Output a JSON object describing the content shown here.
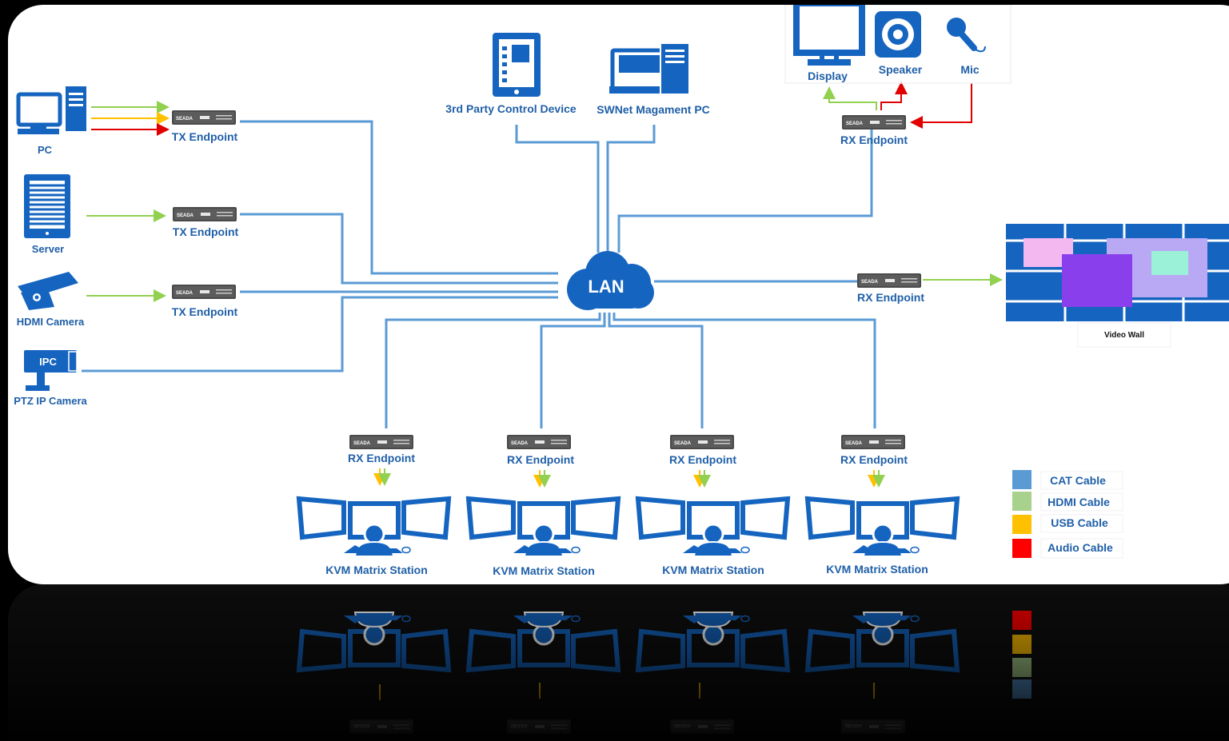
{
  "labels": {
    "pc": "PC",
    "server": "Server",
    "hdmi_camera": "HDMI Camera",
    "ipc_badge": "IPC",
    "ptz_camera": "PTZ IP Camera",
    "tx_endpoint": "TX Endpoint",
    "rx_endpoint": "RX Endpoint",
    "lan": "LAN",
    "control_device": "3rd Party Control Device",
    "mgmt_pc": "SWNet Magament PC",
    "display": "Display",
    "speaker": "Speaker",
    "mic": "Mic",
    "video_wall": "Video Wall",
    "kvm_station": "KVM Matrix Station",
    "device_brand": "SEADA"
  },
  "legend": [
    {
      "label": "CAT Cable",
      "color": "#5b9bd5"
    },
    {
      "label": "HDMI Cable",
      "color": "#a9d18e"
    },
    {
      "label": "USB Cable",
      "color": "#ffc000"
    },
    {
      "label": "Audio Cable",
      "color": "#ff0000"
    }
  ],
  "colors": {
    "cat": "#5b9bd5",
    "hdmi": "#92d050",
    "usb": "#ffc000",
    "audio": "#e00000",
    "label_blue": "#1f5fa8",
    "icon_blue": "#1565c0"
  }
}
